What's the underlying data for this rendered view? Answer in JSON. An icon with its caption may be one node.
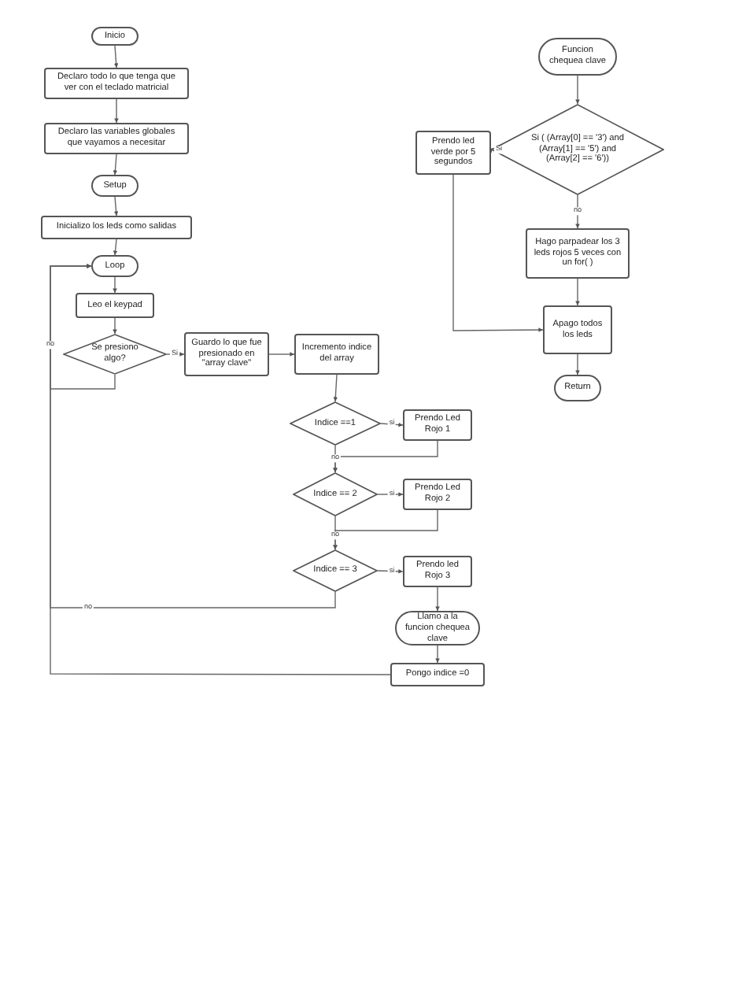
{
  "diagram": {
    "nodes": [
      {
        "text": [
          "Inicio"
        ]
      },
      {
        "text": [
          "Declaro todo lo que tenga que ver con el teclado matricial"
        ]
      },
      {
        "text": [
          "Declaro las variables globales que vayamos a necesitar"
        ]
      },
      {
        "text": [
          "Setup"
        ]
      },
      {
        "text": [
          "Inicializo los leds como salidas"
        ]
      },
      {
        "text": [
          "Loop"
        ]
      },
      {
        "text": [
          "Leo el keypad"
        ]
      },
      {
        "text": [
          "Se presiono algo?"
        ]
      },
      {
        "text": [
          "Guardo lo que fue presionado en \"array clave\""
        ]
      },
      {
        "text": [
          "Incremento indice del array"
        ]
      },
      {
        "text": [
          "Indice ==1"
        ]
      },
      {
        "text": [
          "Prendo Led Rojo 1"
        ]
      },
      {
        "text": [
          "Indice == 2"
        ]
      },
      {
        "text": [
          "Prendo Led Rojo 2"
        ]
      },
      {
        "text": [
          "Indice == 3"
        ]
      },
      {
        "text": [
          "Prendo led Rojo 3"
        ]
      },
      {
        "text": [
          "Llamo a la funcion chequea clave"
        ]
      },
      {
        "text": [
          "Pongo indice =0"
        ]
      },
      {
        "text": [
          "Funcion chequea clave"
        ]
      },
      {
        "text": [
          "Si ( (Array[0] == '3') and (Array[1] == '5') and (Array[2] == '6'))"
        ]
      },
      {
        "text": [
          "Prendo led verde por 5 segundos"
        ]
      },
      {
        "text": [
          "Hago parpadear los 3 leds rojos 5 veces con un for( )"
        ]
      },
      {
        "text": [
          "Apago todos los leds"
        ]
      },
      {
        "text": [
          "Return"
        ]
      }
    ],
    "edges": [
      {
        "from": 0,
        "to": 1,
        "arrow": "to"
      },
      {
        "from": 1,
        "to": 2,
        "arrow": "to"
      },
      {
        "from": 2,
        "to": 3,
        "arrow": "to"
      },
      {
        "from": 3,
        "to": 4,
        "arrow": "to"
      },
      {
        "from": 4,
        "to": 5,
        "arrow": "to"
      },
      {
        "from": 5,
        "to": 6,
        "arrow": "to"
      },
      {
        "from": 6,
        "to": 7,
        "arrow": "to"
      },
      {
        "from": 7,
        "to": 8,
        "arrow": "to",
        "label": "Si"
      },
      {
        "from": 8,
        "to": 9,
        "arrow": "to"
      },
      {
        "from": 9,
        "to": 10,
        "arrow": "to"
      },
      {
        "from": 10,
        "to": 11,
        "arrow": "to",
        "label": "si"
      },
      {
        "from": 10,
        "to": 12,
        "arrow": "to",
        "label": "no"
      },
      {
        "from": 11,
        "to": 12,
        "arrow": "to"
      },
      {
        "from": 12,
        "to": 13,
        "arrow": "to",
        "label": "si"
      },
      {
        "from": 12,
        "to": 14,
        "arrow": "to",
        "label": "no"
      },
      {
        "from": 13,
        "to": 14,
        "arrow": "to"
      },
      {
        "from": 14,
        "to": 15,
        "arrow": "to",
        "label": "si"
      },
      {
        "from": 14,
        "to": 5,
        "arrow": "to",
        "label": "no"
      },
      {
        "from": 7,
        "to": 5,
        "arrow": "to",
        "label": "no"
      },
      {
        "from": 17,
        "to": 5,
        "arrow": "to"
      },
      {
        "from": 15,
        "to": 16,
        "arrow": "to"
      },
      {
        "from": 16,
        "to": 17,
        "arrow": "to"
      },
      {
        "from": 18,
        "to": 19,
        "arrow": "to"
      },
      {
        "from": 19,
        "to": 20,
        "arrow": "to",
        "label": "Si"
      },
      {
        "from": 19,
        "to": 21,
        "arrow": "to",
        "label": "no"
      },
      {
        "from": 20,
        "to": 22,
        "arrow": "to"
      },
      {
        "from": 21,
        "to": 22,
        "arrow": "to"
      },
      {
        "from": 22,
        "to": 23,
        "arrow": "to"
      }
    ]
  }
}
